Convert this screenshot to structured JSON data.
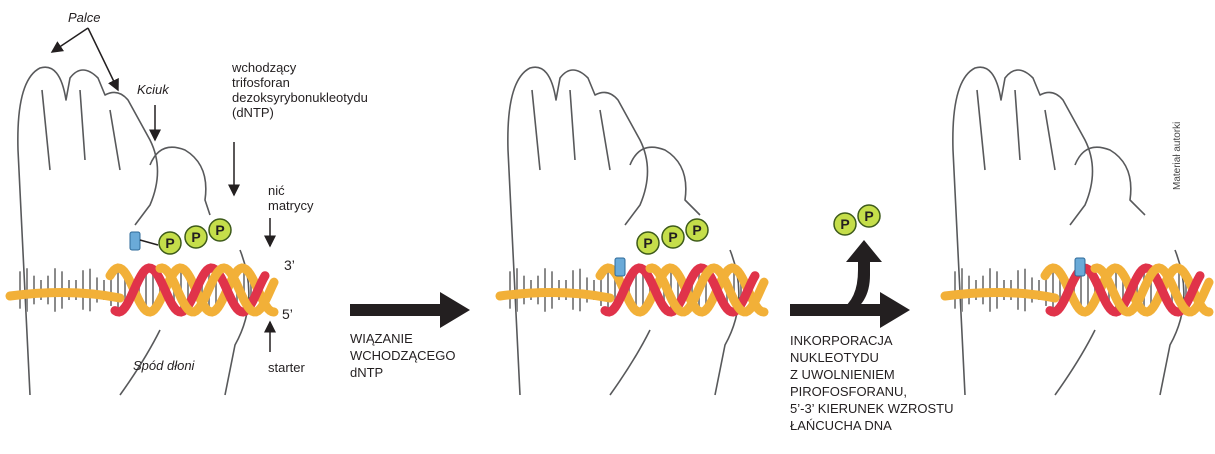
{
  "labels": {
    "fingers": "Palce",
    "thumb": "Kciuk",
    "incoming": "wchodzący\ntrifosforan\ndezoksyrybonukleotydu\n(dNTP)",
    "template_strand": "nić\nmatrycy",
    "three_prime": "3’",
    "five_prime": "5’",
    "primer": "starter",
    "palm": "Spód dłoni",
    "phosphate": "P"
  },
  "captions": {
    "binding": "WIĄZANIE\nWCHODZĄCEGO\ndNTP",
    "incorporation": "INKORPORACJA\nNUKLEOTYDU\nZ UWOLNIENIEM\nPIROFOSFORANU,\n5’-3’ KIERUNEK WZROSTU\nŁAŃCUCHA DNA"
  },
  "credit": "Materiał autorki",
  "colors": {
    "strand_orange": "#f2b038",
    "strand_red": "#e0334a",
    "phosphate_fill": "#c5de4a",
    "nucleotide_blue": "#6aaad8",
    "outline": "#58595b",
    "arrow": "#231f20"
  }
}
